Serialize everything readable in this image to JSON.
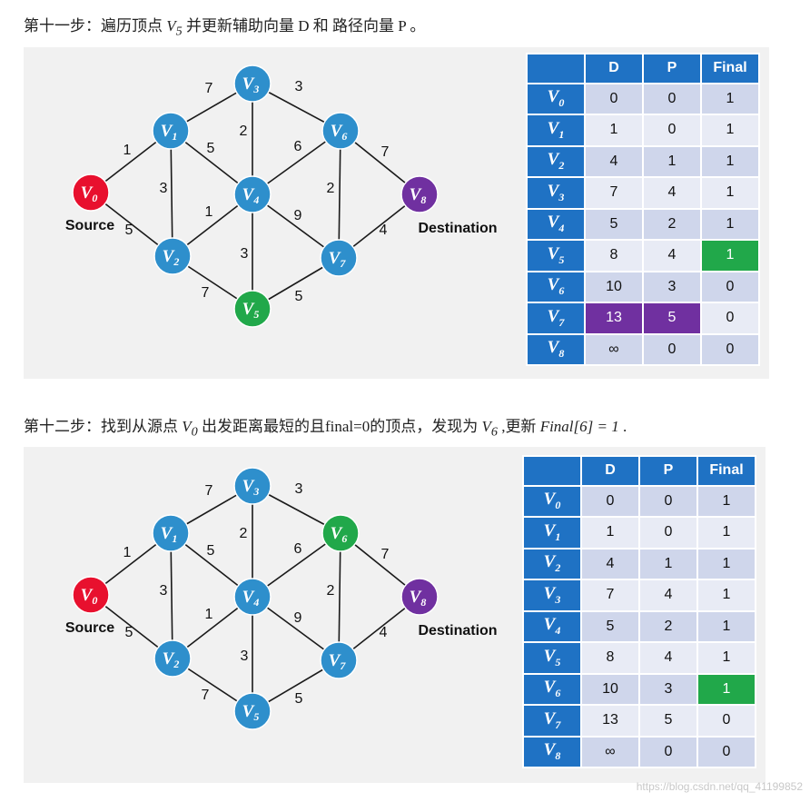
{
  "colors": {
    "node_default": "#2e8fcc",
    "source": "#e8102e",
    "destination": "#7030a0",
    "visited_highlight": "#21a84a",
    "table_header": "#1f72c4",
    "path_highlight": "#7030a0"
  },
  "steps": [
    {
      "caption": {
        "pre": "第十一步：遍历顶点 ",
        "v": "V",
        "vsub": "5",
        "post": " 并更新辅助向量 D 和 路径向量 P 。"
      },
      "graph": {
        "source_label": "Source",
        "destination_label": "Destination",
        "nodes": [
          {
            "id": 0,
            "label": "V",
            "sub": "0",
            "fill": "#e8102e"
          },
          {
            "id": 1,
            "label": "V",
            "sub": "1",
            "fill": "#2e8fcc"
          },
          {
            "id": 2,
            "label": "V",
            "sub": "2",
            "fill": "#2e8fcc"
          },
          {
            "id": 3,
            "label": "V",
            "sub": "3",
            "fill": "#2e8fcc"
          },
          {
            "id": 4,
            "label": "V",
            "sub": "4",
            "fill": "#2e8fcc"
          },
          {
            "id": 5,
            "label": "V",
            "sub": "5",
            "fill": "#21a84a"
          },
          {
            "id": 6,
            "label": "V",
            "sub": "6",
            "fill": "#2e8fcc"
          },
          {
            "id": 7,
            "label": "V",
            "sub": "7",
            "fill": "#2e8fcc"
          },
          {
            "id": 8,
            "label": "V",
            "sub": "8",
            "fill": "#7030a0"
          }
        ]
      },
      "table": {
        "headers": [
          "D",
          "P",
          "Final"
        ],
        "rows": [
          {
            "v": "V",
            "sub": "0",
            "D": "0",
            "P": "0",
            "Final": "1"
          },
          {
            "v": "V",
            "sub": "1",
            "D": "1",
            "P": "0",
            "Final": "1"
          },
          {
            "v": "V",
            "sub": "2",
            "D": "4",
            "P": "1",
            "Final": "1"
          },
          {
            "v": "V",
            "sub": "3",
            "D": "7",
            "P": "4",
            "Final": "1"
          },
          {
            "v": "V",
            "sub": "4",
            "D": "5",
            "P": "2",
            "Final": "1"
          },
          {
            "v": "V",
            "sub": "5",
            "D": "8",
            "P": "4",
            "Final": "1"
          },
          {
            "v": "V",
            "sub": "6",
            "D": "10",
            "P": "3",
            "Final": "0"
          },
          {
            "v": "V",
            "sub": "7",
            "D": "13",
            "P": "5",
            "Final": "0"
          },
          {
            "v": "V",
            "sub": "8",
            "D": "∞",
            "P": "0",
            "Final": "0"
          }
        ]
      }
    },
    {
      "caption": {
        "pre": "第十二步：找到从源点 ",
        "v": "V",
        "vsub": "0",
        "mid": " 出发距离最短的且final=0的顶点，发现为 ",
        "v2": "V",
        "v2sub": "6",
        "post": " ,更新 ",
        "formula": "Final[6] = 1",
        "end": " ."
      },
      "graph": {
        "source_label": "Source",
        "destination_label": "Destination",
        "nodes": [
          {
            "id": 0,
            "label": "V",
            "sub": "0",
            "fill": "#e8102e"
          },
          {
            "id": 1,
            "label": "V",
            "sub": "1",
            "fill": "#2e8fcc"
          },
          {
            "id": 2,
            "label": "V",
            "sub": "2",
            "fill": "#2e8fcc"
          },
          {
            "id": 3,
            "label": "V",
            "sub": "3",
            "fill": "#2e8fcc"
          },
          {
            "id": 4,
            "label": "V",
            "sub": "4",
            "fill": "#2e8fcc"
          },
          {
            "id": 5,
            "label": "V",
            "sub": "5",
            "fill": "#2e8fcc"
          },
          {
            "id": 6,
            "label": "V",
            "sub": "6",
            "fill": "#21a84a"
          },
          {
            "id": 7,
            "label": "V",
            "sub": "7",
            "fill": "#2e8fcc"
          },
          {
            "id": 8,
            "label": "V",
            "sub": "8",
            "fill": "#7030a0"
          }
        ]
      },
      "table": {
        "headers": [
          "D",
          "P",
          "Final"
        ],
        "rows": [
          {
            "v": "V",
            "sub": "0",
            "D": "0",
            "P": "0",
            "Final": "1"
          },
          {
            "v": "V",
            "sub": "1",
            "D": "1",
            "P": "0",
            "Final": "1"
          },
          {
            "v": "V",
            "sub": "2",
            "D": "4",
            "P": "1",
            "Final": "1"
          },
          {
            "v": "V",
            "sub": "3",
            "D": "7",
            "P": "4",
            "Final": "1"
          },
          {
            "v": "V",
            "sub": "4",
            "D": "5",
            "P": "2",
            "Final": "1"
          },
          {
            "v": "V",
            "sub": "5",
            "D": "8",
            "P": "4",
            "Final": "1"
          },
          {
            "v": "V",
            "sub": "6",
            "D": "10",
            "P": "3",
            "Final": "1"
          },
          {
            "v": "V",
            "sub": "7",
            "D": "13",
            "P": "5",
            "Final": "0"
          },
          {
            "v": "V",
            "sub": "8",
            "D": "∞",
            "P": "0",
            "Final": "0"
          }
        ]
      }
    }
  ],
  "edges": [
    {
      "from": 0,
      "to": 1,
      "w": "1"
    },
    {
      "from": 0,
      "to": 2,
      "w": "5"
    },
    {
      "from": 1,
      "to": 2,
      "w": "3"
    },
    {
      "from": 1,
      "to": 3,
      "w": "7"
    },
    {
      "from": 1,
      "to": 4,
      "w": "5"
    },
    {
      "from": 2,
      "to": 4,
      "w": "1"
    },
    {
      "from": 2,
      "to": 5,
      "w": "7"
    },
    {
      "from": 3,
      "to": 4,
      "w": "2"
    },
    {
      "from": 3,
      "to": 6,
      "w": "3"
    },
    {
      "from": 4,
      "to": 5,
      "w": "3"
    },
    {
      "from": 4,
      "to": 6,
      "w": "6"
    },
    {
      "from": 4,
      "to": 7,
      "w": "9"
    },
    {
      "from": 5,
      "to": 7,
      "w": "5"
    },
    {
      "from": 6,
      "to": 7,
      "w": "2"
    },
    {
      "from": 6,
      "to": 8,
      "w": "7"
    },
    {
      "from": 7,
      "to": 8,
      "w": "4"
    }
  ],
  "watermark": "https://blog.csdn.net/qq_41199852"
}
